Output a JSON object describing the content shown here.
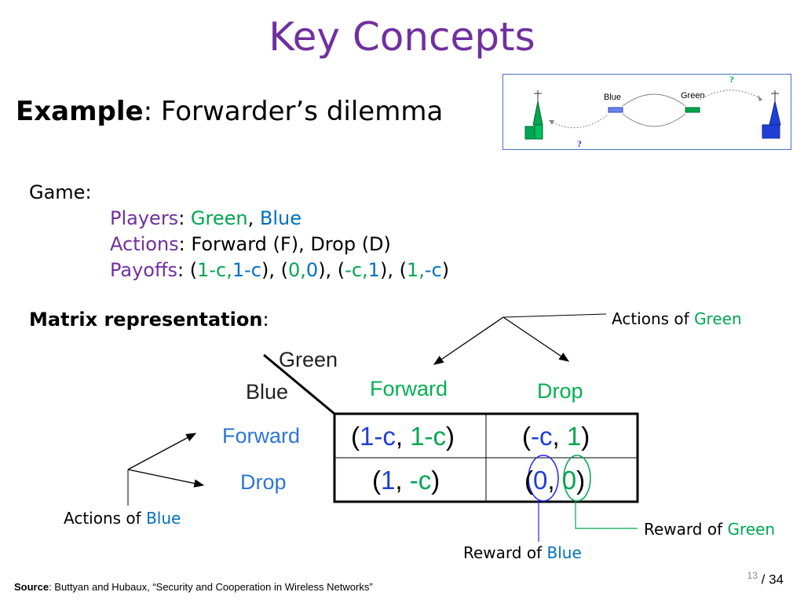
{
  "title": "Key Concepts",
  "example": {
    "bold": "Example",
    "rest": ": Forwarder’s dilemma"
  },
  "game": {
    "heading": "Game:",
    "players_label": "Players",
    "players_green": "Green",
    "players_blue": "Blue",
    "actions_label": "Actions",
    "actions_value": ": Forward (F), Drop (D)",
    "payoffs_label": "Payoffs",
    "payoffs": [
      {
        "a": "1-c",
        "b": "1-c"
      },
      {
        "a": "0",
        "b": "0"
      },
      {
        "a": "-c",
        "b": "1"
      },
      {
        "a": "1",
        "b": "-c"
      }
    ]
  },
  "matrix_label": {
    "bold": "Matrix representation",
    "rest": ":"
  },
  "matrix": {
    "corner_green": "Green",
    "corner_blue": "Blue",
    "col_headers": [
      "Forward",
      "Drop"
    ],
    "row_headers": [
      "Forward",
      "Drop"
    ],
    "cells": [
      [
        {
          "a": "1-c",
          "b": "1-c"
        },
        {
          "a": "-c",
          "b": "1"
        }
      ],
      [
        {
          "a": "1",
          "b": "-c"
        },
        {
          "a": "0",
          "b": "0"
        }
      ]
    ]
  },
  "annotations": {
    "actions_green": {
      "prefix": "Actions of ",
      "name": "Green"
    },
    "actions_blue": {
      "prefix": "Actions of ",
      "name": "Blue"
    },
    "reward_green": {
      "prefix": "Reward of ",
      "name": "Green"
    },
    "reward_blue": {
      "prefix": "Reward of ",
      "name": "Blue"
    }
  },
  "figure": {
    "label_blue": "Blue",
    "label_green": "Green",
    "question": "?"
  },
  "source": {
    "bold": "Source",
    "rest": ": Buttyan and Hubaux, “Security and Cooperation in Wireless Networks”"
  },
  "page": {
    "current": "13",
    "total": "/ 34"
  },
  "colors": {
    "title": "#7030a0",
    "green": "#00a651",
    "blue": "#0070c0",
    "header_green": "#00b050",
    "header_blue": "#2e75d6"
  }
}
